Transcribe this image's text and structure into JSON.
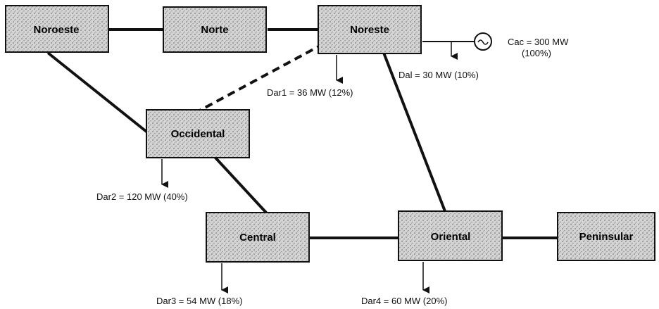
{
  "nodes": {
    "noroeste": "Noroeste",
    "norte": "Norte",
    "noreste": "Noreste",
    "occidental": "Occidental",
    "central": "Central",
    "oriental": "Oriental",
    "peninsular": "Peninsular"
  },
  "labels": {
    "cac_line1": "Cac = 300 MW",
    "cac_line2": "(100%)",
    "dal": "Dal = 30 MW (10%)",
    "dar1": "Dar1 = 36 MW (12%)",
    "dar2": "Dar2 = 120 MW (40%)",
    "dar3": "Dar3 = 54 MW (18%)",
    "dar4": "Dar4 = 60 MW (20%)"
  },
  "colors": {
    "box_fill": "#c9c9c9",
    "line": "#111111"
  }
}
